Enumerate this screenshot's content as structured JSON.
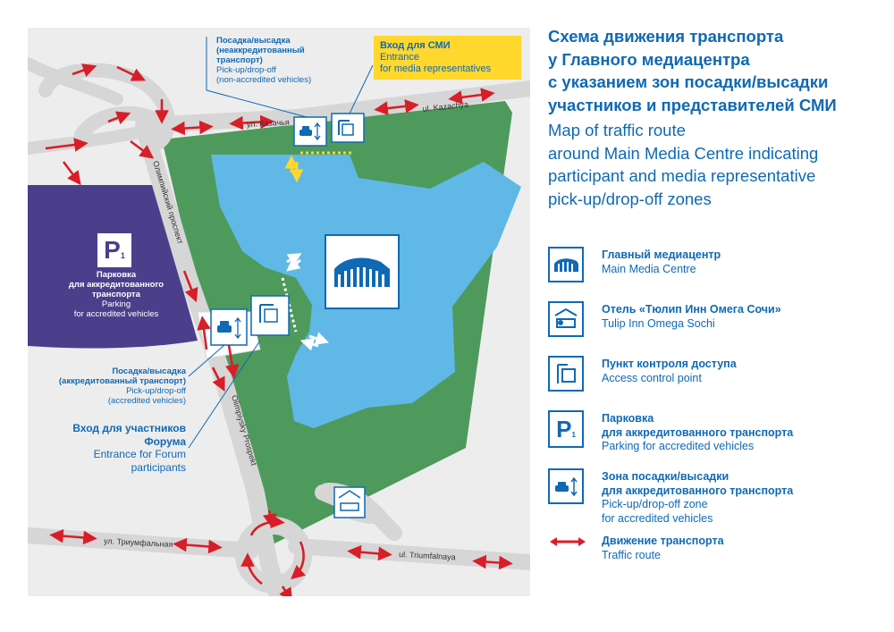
{
  "title": {
    "ru": [
      "Схема движения транспорта",
      "у Главного медиацентра",
      "с указанием зон посадки/высадки",
      "участников и представителей СМИ"
    ],
    "en": [
      "Map of traffic route",
      "around Main Media Centre indicating",
      "participant and media representative",
      "pick-up/drop-off zones"
    ]
  },
  "legend": [
    {
      "icon": "media-centre-icon",
      "ru": "Главный медиацентр",
      "en": "Main Media Centre"
    },
    {
      "icon": "hotel-icon",
      "ru": "Отель «Тюлип Инн Омега Сочи»",
      "en": "Tulip Inn Omega Sochi"
    },
    {
      "icon": "access-control-icon",
      "ru": "Пункт контроля доступа",
      "en": "Access control point"
    },
    {
      "icon": "parking-icon",
      "ru": "Парковка\nдля аккредитованного транспорта",
      "en": "Parking for accredited vehicles"
    },
    {
      "icon": "pickup-dropoff-icon",
      "ru": "Зона посадки/высадки\nдля аккредитованного транспорта",
      "en": "Pick-up/drop-off zone\nfor accredited vehicles"
    },
    {
      "icon": "traffic-route-icon",
      "ru": "Движение транспорта",
      "en": "Traffic route"
    }
  ],
  "callouts": {
    "pickup_non_accredited": {
      "ru": "Посадка/высадка\n(неаккредитованный\nтранспорт)",
      "en": "Pick-up/drop-off\n(non-accredited vehicles)"
    },
    "media_entrance": {
      "ru": "Вход для СМИ",
      "en": "Entrance\nfor media representatives"
    },
    "pickup_accredited": {
      "ru": "Посадка/высадка\n(аккредитованный транспорт)",
      "en": "Pick-up/drop-off\n(accredited vehicles)"
    },
    "forum_entrance": {
      "ru": "Вход для участников\nФорума",
      "en": "Entrance for Forum\nparticipants"
    },
    "parking": {
      "ru": "Парковка\nдля аккредитованного\nтранспорта",
      "en": "Parking\nfor accredited vehicles",
      "symbol": "P",
      "sub": "1"
    }
  },
  "streets": {
    "kazachya_ru": "ул. Казачья",
    "kazachya_en": "ul. Kazachya",
    "olimpiysky_ru": "Олимпийский проспект",
    "olimpiysky_en": "Olimpiysky Prospekt",
    "triumfalnaya_ru": "ул. Триумфальная",
    "triumfalnaya_en": "ul. Triumfalnaya"
  },
  "colors": {
    "brand_blue": "#0f69b4",
    "water": "#5fb8e6",
    "park": "#4e9a5c",
    "parking_purple": "#4b3f8c",
    "traffic_red": "#d81e28",
    "media_yellow": "#ffd72d",
    "road_grey": "#dadada",
    "ground": "#ededed"
  }
}
